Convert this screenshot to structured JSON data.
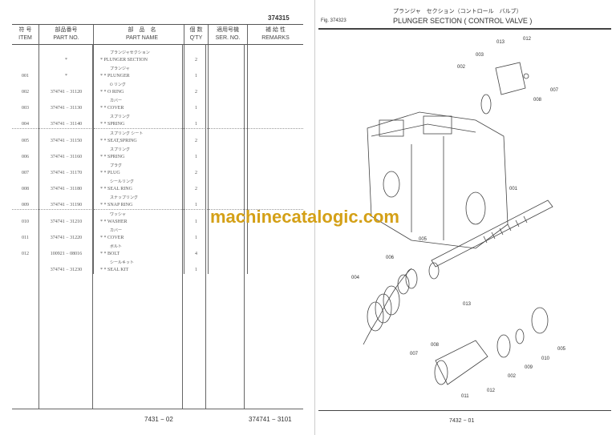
{
  "left_page": {
    "doc_number": "374315",
    "headers": [
      {
        "jp": "符 号",
        "en": "ITEM"
      },
      {
        "jp": "部品番号",
        "en": "PART NO."
      },
      {
        "jp": "部　品　名",
        "en": "PART NAME"
      },
      {
        "jp": "個 数",
        "en": "Q'TY"
      },
      {
        "jp": "適用号機",
        "en": "SER. NO."
      },
      {
        "jp": "補 給 性",
        "en": "REMARKS"
      }
    ],
    "rows": [
      {
        "item": "",
        "part": "*",
        "kana": "プランジャセクション",
        "name": "* PLUNGER SECTION",
        "qty": "2"
      },
      {
        "item": "001",
        "part": "*",
        "kana": "プランジャ",
        "name": "* * PLUNGER",
        "qty": "1"
      },
      {
        "item": "002",
        "part": "374741 − 31120",
        "kana": "O リング",
        "name": "* * O RING",
        "qty": "2"
      },
      {
        "item": "003",
        "part": "374741 − 31130",
        "kana": "カバー",
        "name": "* * COVER",
        "qty": "1"
      },
      {
        "item": "004",
        "part": "374741 − 31140",
        "kana": "スプリング",
        "name": "* * SPRING",
        "qty": "1"
      },
      {
        "item": "005",
        "part": "374741 − 31150",
        "kana": "スプリング シート",
        "name": "* * SEAT,SPRING",
        "qty": "2"
      },
      {
        "item": "006",
        "part": "374741 − 31160",
        "kana": "スプリング",
        "name": "* * SPRING",
        "qty": "1"
      },
      {
        "item": "007",
        "part": "374741 − 31170",
        "kana": "プラグ",
        "name": "* * PLUG",
        "qty": "2"
      },
      {
        "item": "008",
        "part": "374741 − 31180",
        "kana": "シールリング",
        "name": "* * SEAL RING",
        "qty": "2"
      },
      {
        "item": "009",
        "part": "374741 − 31190",
        "kana": "スナップリング",
        "name": "* * SNAP RING",
        "qty": "1"
      },
      {
        "item": "010",
        "part": "374741 − 31210",
        "kana": "ワッシャ",
        "name": "* * WASHER",
        "qty": "1"
      },
      {
        "item": "011",
        "part": "374741 − 31220",
        "kana": "カバー",
        "name": "* * COVER",
        "qty": "1"
      },
      {
        "item": "012",
        "part": "100921 − 08016",
        "kana": "ボルト",
        "name": "* * BOLT",
        "qty": "4"
      },
      {
        "item": "",
        "part": "374741 − 31230",
        "kana": "シールキット",
        "name": "* * SEAL KIT",
        "qty": "1"
      }
    ],
    "footer_left": "7431 − 02",
    "footer_right": "374741 − 3101"
  },
  "right_page": {
    "fig": "Fig. 374323",
    "title_jp": "プランジャ　セクション（コントロール　バルブ）",
    "title_en": "PLUNGER SECTION ( CONTROL VALVE )",
    "callouts": [
      "013",
      "012",
      "003",
      "002",
      "008",
      "007",
      "001",
      "005",
      "006",
      "004",
      "013",
      "008",
      "007",
      "002",
      "009",
      "010",
      "005",
      "011",
      "012"
    ],
    "footer": "7432 − 01"
  },
  "watermark": "machinecatalogic.com",
  "colors": {
    "watermark": "#d4a017"
  }
}
